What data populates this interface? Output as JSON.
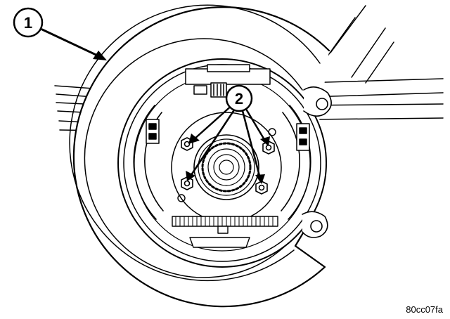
{
  "callouts": [
    {
      "id": "1",
      "label": "1"
    },
    {
      "id": "2",
      "label": "2"
    }
  ],
  "figure_id": "80cc07fa",
  "colors": {
    "line": "#000000",
    "background": "#ffffff"
  }
}
